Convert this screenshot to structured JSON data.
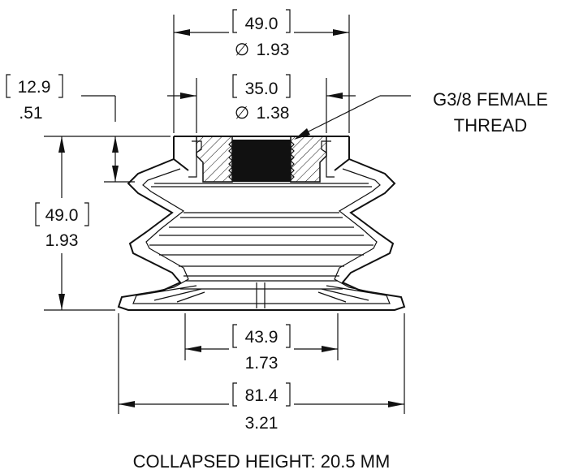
{
  "dimensions": {
    "top_outer": {
      "mm": "49.0",
      "inch": "1.93",
      "diameter_symbol": "∅"
    },
    "top_inner": {
      "mm": "35.0",
      "inch": "1.38",
      "diameter_symbol": "∅"
    },
    "flange_height": {
      "mm": "12.9",
      "inch": ".51"
    },
    "overall_height": {
      "mm": "49.0",
      "inch": "1.93"
    },
    "lower_inner": {
      "mm": "43.9",
      "inch": "1.73"
    },
    "lower_outer": {
      "mm": "81.4",
      "inch": "3.21"
    }
  },
  "callout": {
    "line1": "G3/8 FEMALE",
    "line2": "THREAD"
  },
  "footer": {
    "note": "COLLAPSED HEIGHT: 20.5 MM"
  }
}
